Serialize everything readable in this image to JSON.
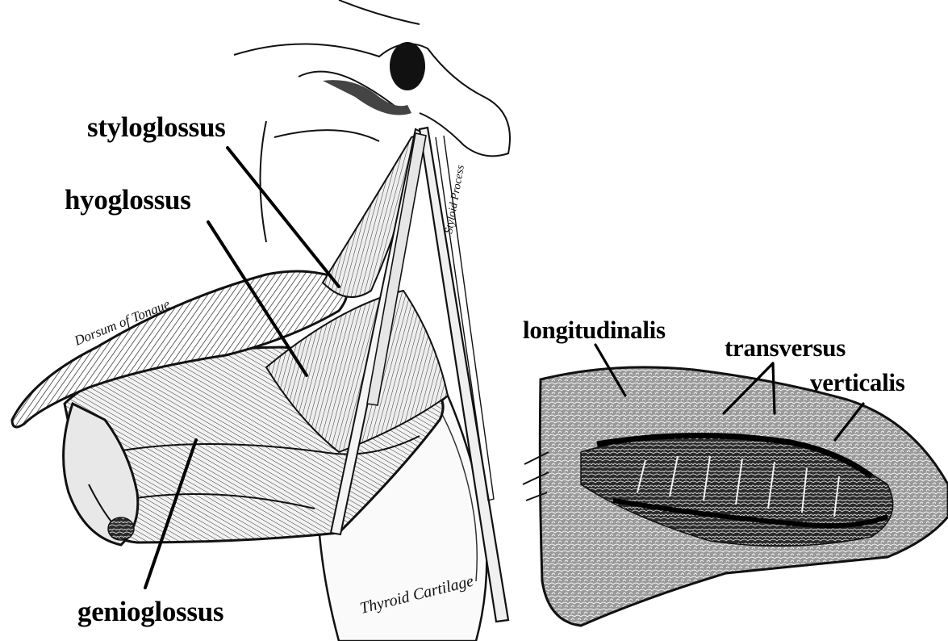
{
  "figure": {
    "labels": {
      "styloglossus": "styloglossus",
      "hyoglossus": "hyoglossus",
      "genioglossus": "genioglossus",
      "longitudinalis": "longitudinalis",
      "transversus": "transversus",
      "verticalis": "verticalis"
    },
    "engraved": {
      "dorsum": "Dorsum of Tongue",
      "styloid": "Styloid Process",
      "thyroid": "Thyroid Cartilage"
    },
    "colors": {
      "ink": "#111111",
      "paper": "#ffffff",
      "tissue": "#d9d9d9"
    }
  }
}
